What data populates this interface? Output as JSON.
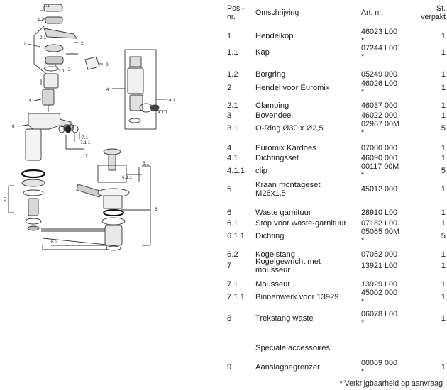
{
  "header": {
    "pos_label": "Pos.-\nnr.",
    "desc_label": "Omschrijving",
    "art_label": "Art. nr.",
    "qty_label": "St.\nverpakt"
  },
  "rows": [
    {
      "pos": "1",
      "desc": "Hendelkop",
      "art": "46023 L00\n*",
      "qty": "1"
    },
    {
      "pos": "1.1",
      "desc": "Kap",
      "art": "07244 L00\n*",
      "qty": "1"
    },
    {
      "pos": "1.2",
      "desc": "Borgring",
      "art": "05249 000",
      "qty": "1"
    },
    {
      "pos": "2",
      "desc": "Hendel voor Euromix",
      "art": "46026 L00\n*",
      "qty": "1"
    },
    {
      "pos": "2.1",
      "desc": "Clamping",
      "art": "46037 000",
      "qty": "1"
    },
    {
      "pos": "3",
      "desc": "Bovendeel",
      "art": "46022 000",
      "qty": "1"
    },
    {
      "pos": "3.1",
      "desc": "O-Ring Ø30 x Ø2,5",
      "art": "02967 00M\n*",
      "qty": "5"
    },
    {
      "pos": "4",
      "desc": "Euromix Kardoes",
      "art": "07000 000",
      "qty": "1"
    },
    {
      "pos": "4.1",
      "desc": "Dichtingsset",
      "art": "46090 000",
      "qty": "1"
    },
    {
      "pos": "4.1.1",
      "desc": "clip",
      "art": "00117 00M\n*",
      "qty": "5"
    },
    {
      "pos": "5",
      "desc": "Kraan montageset\nM26x1,5",
      "art": "45012 000",
      "qty": "1"
    },
    {
      "pos": "6",
      "desc": "Waste garnituur",
      "art": "28910 L00",
      "qty": "1"
    },
    {
      "pos": "6.1",
      "desc": "Stop voor waste-garnituur",
      "art": "07182 L00",
      "qty": "1"
    },
    {
      "pos": "6.1.1",
      "desc": "Dichting",
      "art": "05065 00M\n*",
      "qty": "5"
    },
    {
      "pos": "6.2",
      "desc": "Kogelstang",
      "art": "07052 000",
      "qty": "1"
    },
    {
      "pos": "7",
      "desc": "Kogelgewricht met\nmousseur",
      "art": "13921 L00",
      "qty": "1"
    },
    {
      "pos": "7.1",
      "desc": "Mousseur",
      "art": "13929 L00",
      "qty": "1"
    },
    {
      "pos": "7.1.1",
      "desc": "Binnenwerk voor 13929",
      "art": "45002 000\n*",
      "qty": "1"
    },
    {
      "pos": "8",
      "desc": "Trekstang waste",
      "art": "06078 L00\n*",
      "qty": "1"
    },
    {
      "pos": "",
      "desc": "Speciale accessoires:",
      "art": "",
      "qty": ""
    },
    {
      "pos": "9",
      "desc": "Aanslagbegrenzer",
      "art": "00069 000\n*",
      "qty": "1"
    }
  ],
  "footnote": "* Verkrijgbaarheid op aanvraag",
  "diagram_labels": {
    "l1_1": "1.1",
    "l1_2": "1.2",
    "l1": "1",
    "l2_1": "2.1",
    "l2": "2",
    "l3": "3",
    "l3_1": "3.1",
    "l9": "9",
    "l4": "4",
    "l4b": "4",
    "l4_1": "4.1",
    "l4_1_1": "4.1.1",
    "l8": "8",
    "l7": "7",
    "l7_1": "7.1",
    "l7_1_1": "7.1.1",
    "l5": "5",
    "l6": "6",
    "l6_1": "6.1",
    "l6_1_1": "6.1.1",
    "l6_2": "6.2"
  }
}
